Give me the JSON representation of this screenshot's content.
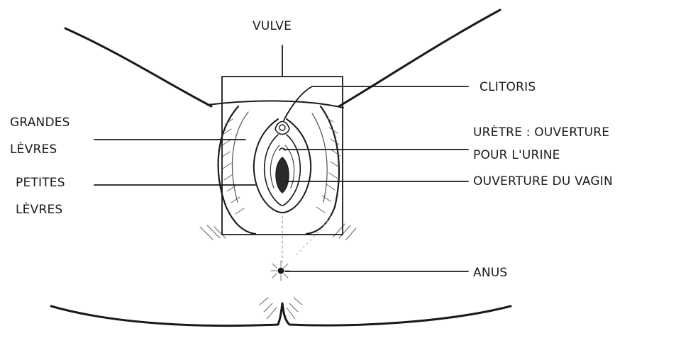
{
  "labels": {
    "vulve": "VULVE",
    "clitoris": "CLITORIS",
    "urethra_line1": "URÈTRE : OUVERTURE",
    "urethra_line2": "POUR L'URINE",
    "vagina": "OUVERTURE DU VAGIN",
    "labia_majora_line1": "GRANDES",
    "labia_majora_line2": "LÈVRES",
    "labia_minora_line1": "PETITES",
    "labia_minora_line2": "LÈVRES",
    "anus": "ANUS"
  },
  "colors": {
    "ink": "#1a1a1a",
    "shade": "#6b6b6b",
    "background": "#ffffff"
  }
}
